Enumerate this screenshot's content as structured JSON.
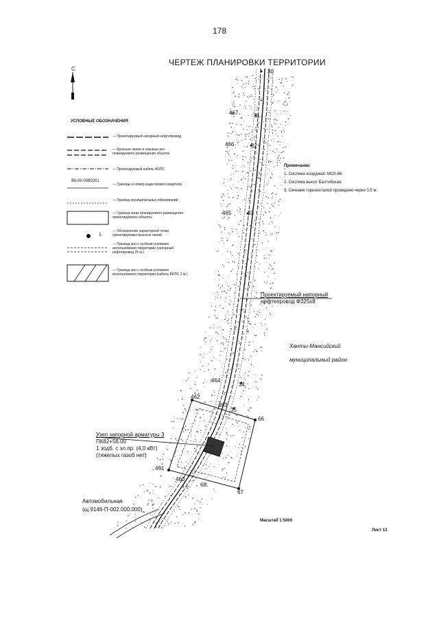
{
  "page_number": "178",
  "title": "ЧЕРТЕЖ ПЛАНИРОВКИ ТЕРРИТОРИИ",
  "north_label": "С",
  "legend": {
    "title": "УСЛОВНЫЕ ОБОЗНАЧЕНИЯ",
    "items": [
      "— Проектируемый напорный нефтепровод",
      "— Красные линии и границы зон планируемого размещения объекта",
      "— Проектируемый кабель ВОЛС",
      "— Границы и номер кадастрового квартала",
      "— Граница муниципальных образований",
      "— Граница зоны планируемого размещения проектируемого объекта",
      "— Обозначение характерной точки проектируемых красных линий",
      "— Граница зон с особым условием использования территории (напорный нефтепровод 25 м.)",
      "— Граница зон с особым условием использования территории (кабель ВОЛС 2 м.)"
    ],
    "cadastre_sample": "86-03-0080201",
    "point_sample": "1"
  },
  "notes": {
    "heading": "Примечание:",
    "lines": [
      "1. Система координат МСК-86.",
      "2. Система высот Балтийская.",
      "3. Сечение горизонталей проведено через 0,5 м."
    ]
  },
  "point_labels": [
    "30",
    "467",
    "31",
    "466",
    "32",
    "465",
    "33",
    "464",
    "34",
    "463",
    "35",
    "462",
    "66",
    "461",
    "460",
    "67",
    "68"
  ],
  "pipeline_label": [
    "Проектируемый напорный",
    "нефтепровод Ф325х8"
  ],
  "region_label": [
    "Ханты-Мансийский",
    "муниципальный район"
  ],
  "valve_callout": [
    "Узел запорной арматуры 3",
    "ПК82+56.00",
    "1 зодб. с эл.пр. (4,0 кВт)",
    "(тяжелых газоб нет)"
  ],
  "road_label": [
    "Автомобильная",
    "(щ.9146-П-002.000.000)"
  ],
  "scale_label": "Масштаб 1:5000",
  "sheet_label": "Лист 13",
  "colors": {
    "ink": "#111111",
    "stipple": "#555555"
  }
}
